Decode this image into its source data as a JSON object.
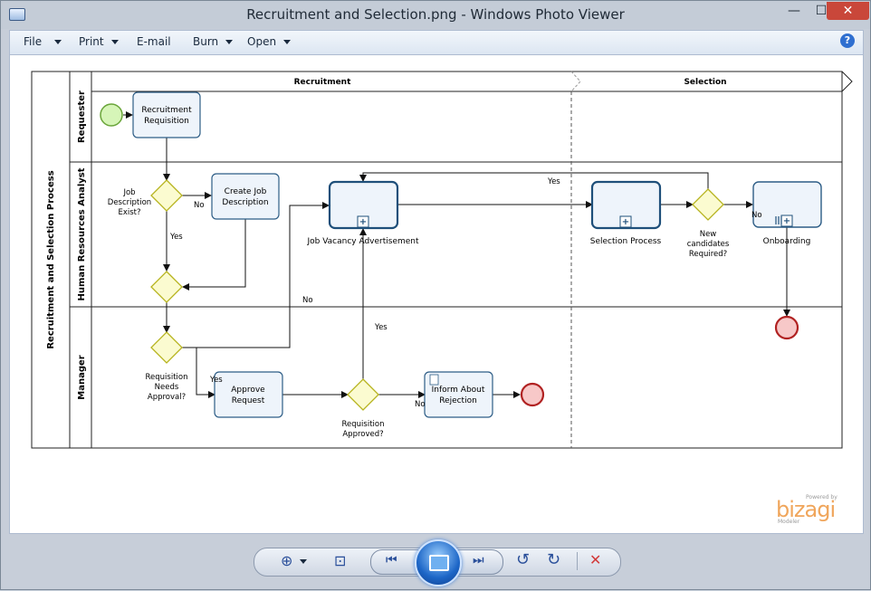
{
  "window": {
    "title": "Recruitment and Selection.png - Windows Photo Viewer",
    "minimize_glyph": "—",
    "maximize_glyph": "☐",
    "close_glyph": "✕"
  },
  "menu": {
    "file": "File",
    "print": "Print",
    "email": "E-mail",
    "burn": "Burn",
    "open": "Open",
    "help_glyph": "?"
  },
  "diagram": {
    "pool_label": "Recruitment and Selection Process",
    "lanes": {
      "requester": "Requester",
      "hr": "Human Resources Analyst",
      "manager": "Manager"
    },
    "phases": {
      "recruitment": "Recruitment",
      "selection": "Selection"
    },
    "tasks": {
      "recruitment_requisition": [
        "Recruitment",
        "Requisition"
      ],
      "create_job_description": [
        "Create Job",
        "Description"
      ],
      "job_vacancy_advertisement": "Job Vacancy Advertisement",
      "selection_process": "Selection Process",
      "onboarding": "Onboarding",
      "approve_request": [
        "Approve",
        "Request"
      ],
      "inform_about_rejection": [
        "Inform About",
        "Rejection"
      ]
    },
    "gateways": {
      "job_description_exist": [
        "Job",
        "Description",
        "Exist?"
      ],
      "requisition_needs_approval": [
        "Requisition",
        "Needs",
        "Approval?"
      ],
      "requisition_approved": [
        "Requisition",
        "Approved?"
      ],
      "new_candidates_required": [
        "New",
        "candidates",
        "Required?"
      ]
    },
    "flow_labels": {
      "no_create": "No",
      "yes_down": "Yes",
      "yes_loop": "Yes",
      "no_manager": "No",
      "yes_approve": "Yes",
      "yes_approved": "Yes",
      "no_reject": "No",
      "no_onboard": "No"
    },
    "branding": {
      "powered_by": "Powered by",
      "logo": "bizagi",
      "modeler": "Modeler"
    }
  },
  "toolbar": {
    "zoom_glyph": "⊕",
    "fit_glyph": "⊡",
    "prev_glyph": "⏮",
    "next_glyph": "⏭",
    "rotate_ccw_glyph": "↺",
    "rotate_cw_glyph": "↻",
    "delete_glyph": "✕"
  },
  "colors": {
    "task_border": "#2d5d86",
    "task_fill": "#eef4fb",
    "gateway_fill": "#fbfbd0",
    "gateway_border": "#b7b41f",
    "start_fill": "#d6f5b8",
    "start_border": "#6aa53a",
    "end_fill": "#f7c8c8",
    "end_border": "#b12222",
    "delete_red": "#d23a3a"
  }
}
